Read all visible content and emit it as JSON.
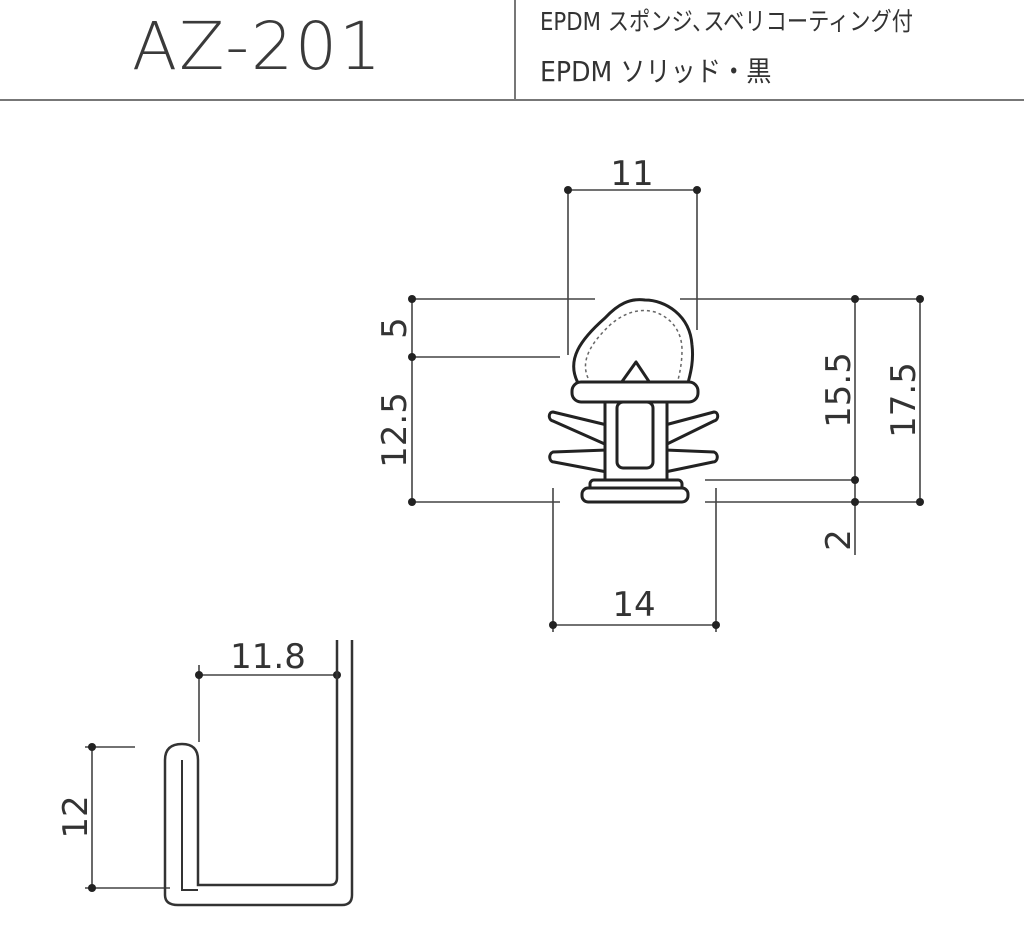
{
  "header": {
    "part_number": "AZ-201",
    "material_line1": "EPDM スポンジ､スベリコーティング付",
    "material_line2": "EPDM ソリッド・黒"
  },
  "dimensions": {
    "top_width": "11",
    "bulb_height": "5",
    "body_height": "12.5",
    "inner_height": "15.5",
    "total_height": "17.5",
    "base_thickness": "2",
    "fin_width": "14",
    "channel_width": "11.8",
    "channel_height": "12"
  }
}
